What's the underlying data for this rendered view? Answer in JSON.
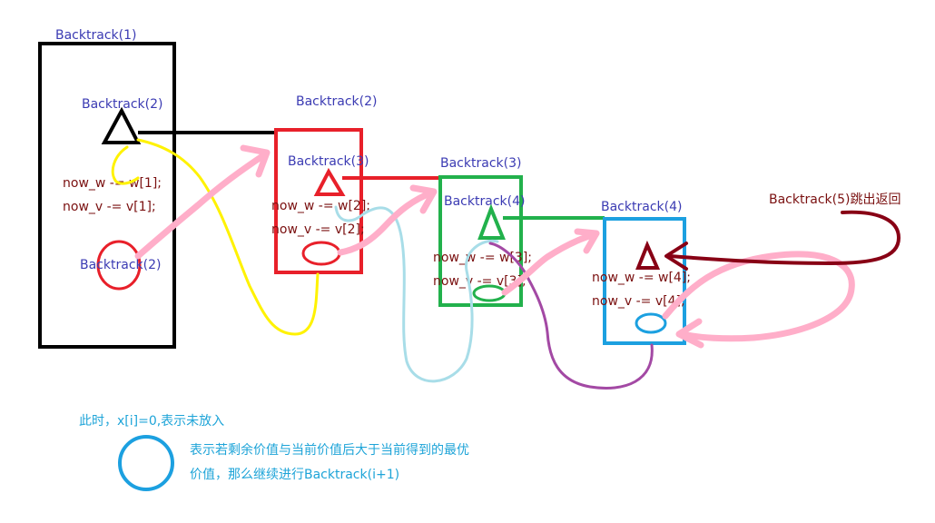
{
  "boxes": [
    {
      "title": "Backtrack(1)",
      "inner_call": "Backtrack(2)",
      "code_w": "now_w -= w[1];",
      "code_v": "now_v -= v[1];",
      "bottom_call": "Backtrack(2)"
    },
    {
      "title": "Backtrack(2)",
      "inner_call": "Backtrack(3)",
      "code_w": "now_w -= w[2];",
      "code_v": "now_v -= v[2];"
    },
    {
      "title": "Backtrack(3)",
      "inner_call": "Backtrack(4)",
      "code_w": "now_w -= w[3];",
      "code_v": "now_v -= v[3];"
    },
    {
      "title": "Backtrack(4)",
      "code_w": "now_w -= w[4];",
      "code_v": "now_v -= v[4];"
    }
  ],
  "annotation": "Backtrack(5)跳出返回",
  "legend": {
    "triangle_text": "此时，x[i]=0,表示未放入",
    "circle_text_line1": "表示若剩余价值与当前价值后大于当前得到的最优",
    "circle_text_line2": "价值，那么继续进行Backtrack(i+1)"
  },
  "colors": {
    "box1": "#000000",
    "box2": "#e8202a",
    "box3": "#22b14c",
    "box4": "#1ca0e0",
    "return_arrow": "#880015",
    "call_arrow": "#ffaec9",
    "yellow_path": "#fff200",
    "lightblue_path": "#a8dde8",
    "purple_path": "#a349a4",
    "label_blue": "#3b3bb3",
    "code_text": "#7a1010",
    "legend_text": "#1ea4d8"
  }
}
